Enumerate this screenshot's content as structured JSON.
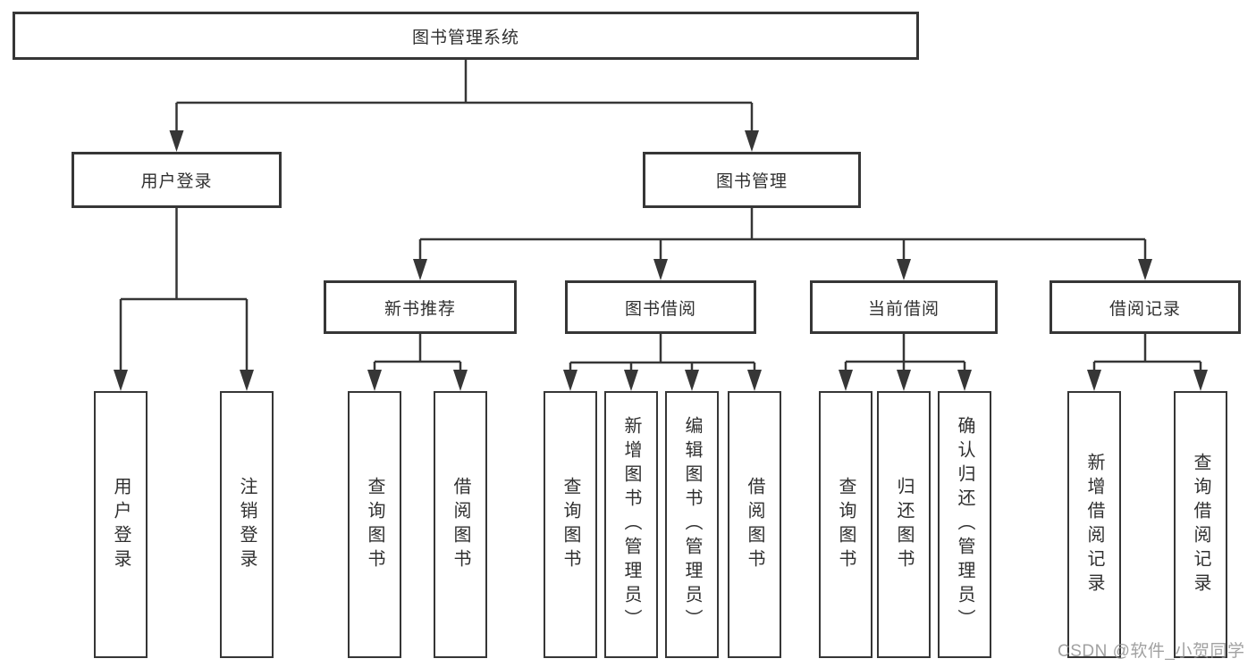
{
  "watermark": {
    "text": "CSDN @软件_小贺同学"
  },
  "style": {
    "line_color": "#363636",
    "box_border_color": "#363636",
    "box_fill": "#ffffff",
    "text_color": "#303030",
    "watermark_color": "#919191"
  },
  "tree": {
    "label": "图书管理系统",
    "children": [
      {
        "label": "用户登录",
        "children": [
          {
            "label": "用户登录"
          },
          {
            "label": "注销登录"
          }
        ]
      },
      {
        "label": "图书管理",
        "children": [
          {
            "label": "新书推荐",
            "children": [
              {
                "label": "查询图书"
              },
              {
                "label": "借阅图书"
              }
            ]
          },
          {
            "label": "图书借阅",
            "children": [
              {
                "label": "查询图书"
              },
              {
                "label": "新增图书（管理员）"
              },
              {
                "label": "编辑图书（管理员）"
              },
              {
                "label": "借阅图书"
              }
            ]
          },
          {
            "label": "当前借阅",
            "children": [
              {
                "label": "查询图书"
              },
              {
                "label": "归还图书"
              },
              {
                "label": "确认归还（管理员）"
              }
            ]
          },
          {
            "label": "借阅记录",
            "children": [
              {
                "label": "新增借阅记录"
              },
              {
                "label": "查询借阅记录"
              }
            ]
          }
        ]
      }
    ]
  }
}
